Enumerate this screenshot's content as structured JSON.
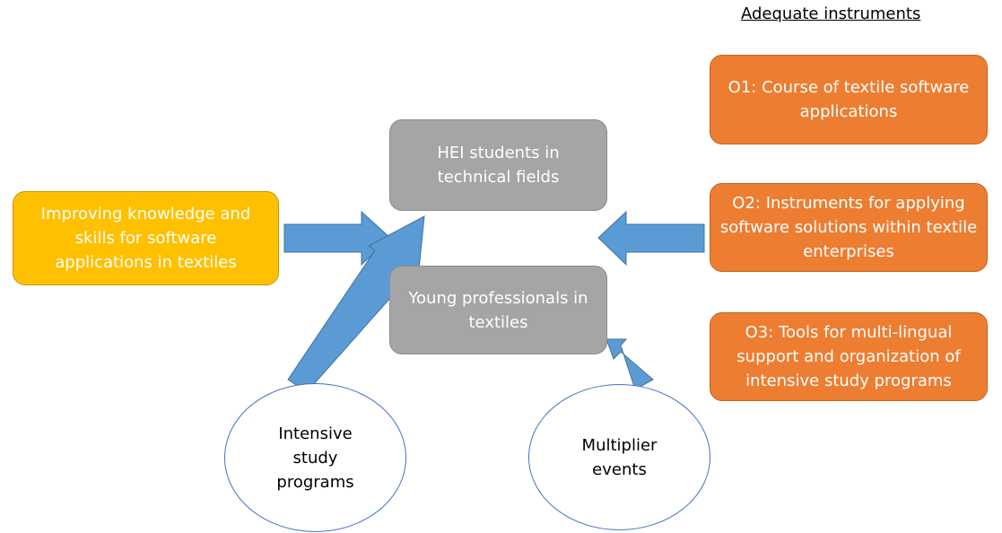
{
  "header": {
    "title": "Adequate instruments"
  },
  "targets": {
    "hei_students": "HEI students in technical fields",
    "young_professionals": "Young professionals in textiles"
  },
  "goal": {
    "text": "Improving knowledge and skills  for software applications in textiles"
  },
  "instruments": [
    {
      "label": "O1: Course of textile software applications"
    },
    {
      "label": "O2: Instruments for applying software solutions within textile enterprises"
    },
    {
      "label": "O3: Tools for multi-lingual support and organization of intensive study programs"
    }
  ],
  "activities": {
    "intensive_study": "Intensive study programs",
    "multiplier_events": "Multiplier events"
  },
  "colors": {
    "gray_box": "#a5a5a5",
    "yellow_box": "#ffc000",
    "orange_box": "#ed7d31",
    "arrow_fill": "#5b9bd5",
    "ellipse_border": "#4472c4"
  }
}
